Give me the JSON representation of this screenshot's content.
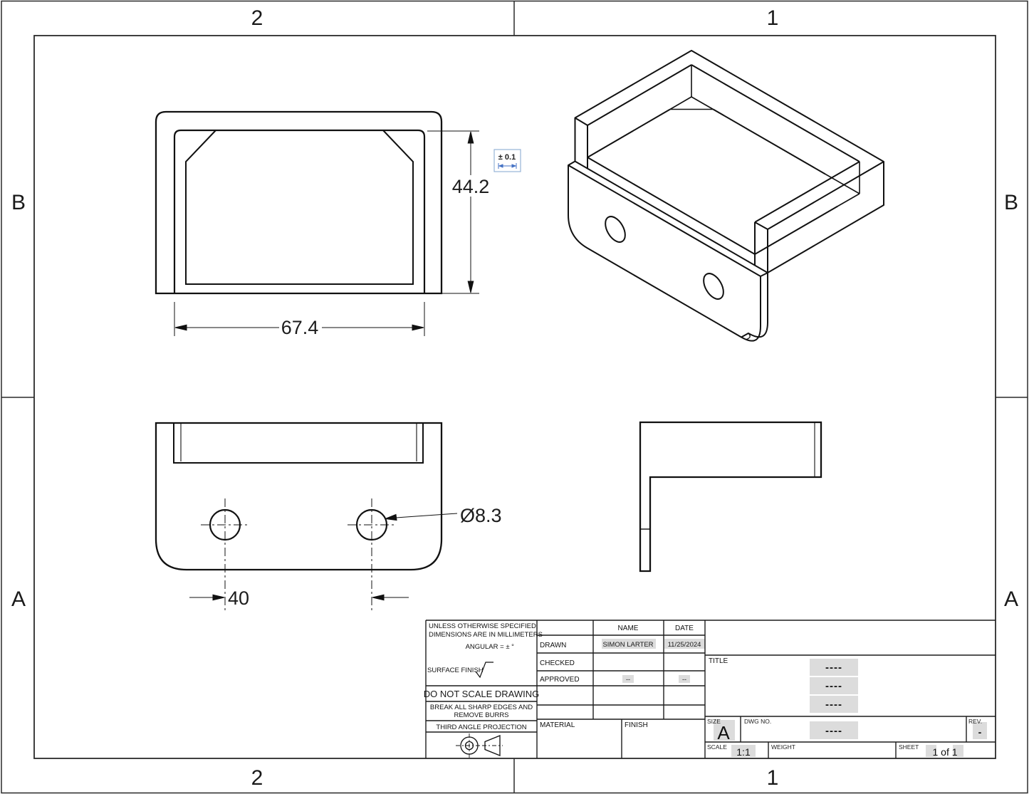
{
  "sheet": {
    "zones": {
      "top": [
        "2",
        "1"
      ],
      "bottom": [
        "2",
        "1"
      ],
      "left": [
        "B",
        "A"
      ],
      "right": [
        "B",
        "A"
      ]
    }
  },
  "dimensions": {
    "height": "44.2",
    "width": "67.4",
    "tolerance": "± 0.1",
    "hole_diameter": "Ø8.3",
    "hole_spacing": "40"
  },
  "title_block": {
    "notes_line1": "UNLESS OTHERWISE SPECIFIED,",
    "notes_line2": "DIMENSIONS ARE IN MILLIMETERS",
    "angular": "ANGULAR = ± °",
    "surface_finish_label": "SURFACE FINISH",
    "do_not_scale": "DO NOT SCALE DRAWING",
    "deburr_line1": "BREAK ALL SHARP EDGES AND",
    "deburr_line2": "REMOVE BURRS",
    "projection_label": "THIRD ANGLE PROJECTION",
    "headers": {
      "name": "NAME",
      "date": "DATE"
    },
    "rows": {
      "drawn": {
        "label": "DRAWN",
        "name": "SIMON LARTER",
        "date": "11/25/2024"
      },
      "checked": {
        "label": "CHECKED",
        "name": "",
        "date": ""
      },
      "approved": {
        "label": "APPROVED",
        "name": "--",
        "date": "--"
      }
    },
    "material_label": "MATERIAL",
    "finish_label": "FINISH",
    "title_label": "TITLE",
    "title_placeholder": "----",
    "size_label": "SIZE",
    "size_value": "A",
    "dwg_label": "DWG NO.",
    "dwg_value": "----",
    "rev_label": "REV.",
    "rev_value": "-",
    "scale_label": "SCALE",
    "scale_value": "1:1",
    "weight_label": "WEIGHT",
    "sheet_label": "SHEET",
    "sheet_value": "1 of 1"
  },
  "colors": {
    "line": "#1c1c1c",
    "field_highlight": "#dcdcdc",
    "tolerance_border": "#95b3d7",
    "tolerance_glyph": "#4472c4"
  }
}
